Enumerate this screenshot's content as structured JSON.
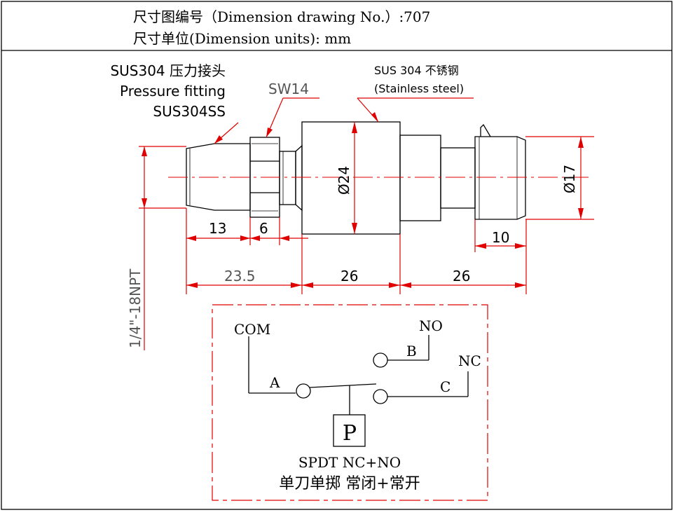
{
  "header": {
    "line1": "尺寸图编号（Dimension drawing No.）:707",
    "line2": "尺寸单位(Dimension units): mm"
  },
  "labels": {
    "fitting_cn": "SUS304 压力接头",
    "fitting_en": "Pressure fitting",
    "fitting_ss": "SUS304SS",
    "body_cn": "SUS 304 不锈钢",
    "body_en": "(Stainless steel)",
    "hex": "SW14",
    "thread": "1/4\"-18NPT"
  },
  "dimensions": {
    "d13": "13",
    "d6": "6",
    "d235": "23.5",
    "d26a": "26",
    "d26b": "26",
    "d10": "10",
    "dia24": "Ø24",
    "dia17": "Ø17"
  },
  "circuit": {
    "com": "COM",
    "no": "NO",
    "nc": "NC",
    "a": "A",
    "b": "B",
    "c": "C",
    "p": "P",
    "type_en": "SPDT NC+NO",
    "type_cn": "单刀单掷 常闭+常开"
  },
  "colors": {
    "outline": "#000000",
    "dimension": "#e00000"
  }
}
